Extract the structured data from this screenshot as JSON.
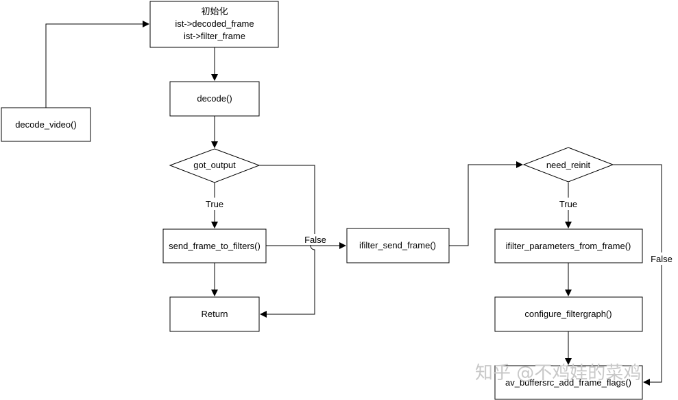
{
  "nodes": {
    "init_title": "初始化",
    "init_line1": "ist->decoded_frame",
    "init_line2": "ist->filter_frame",
    "decode_video": "decode_video()",
    "decode": "decode()",
    "got_output": "got_output",
    "send_frame_to_filters": "send_frame_to_filters()",
    "return": "Return",
    "ifilter_send_frame": "ifilter_send_frame()",
    "need_reinit": "need_reinit",
    "ifilter_parameters_from_frame": "ifilter_parameters_from_frame()",
    "configure_filtergraph": "configure_filtergraph()",
    "av_buffersrc_add_frame_flags": "av_buffersrc_add_frame_flags()"
  },
  "edge_labels": {
    "got_output_true": "True",
    "got_output_false": "False",
    "need_reinit_true": "True",
    "need_reinit_false": "False"
  },
  "watermark": "知乎 @不鸡娃的菜鸡"
}
